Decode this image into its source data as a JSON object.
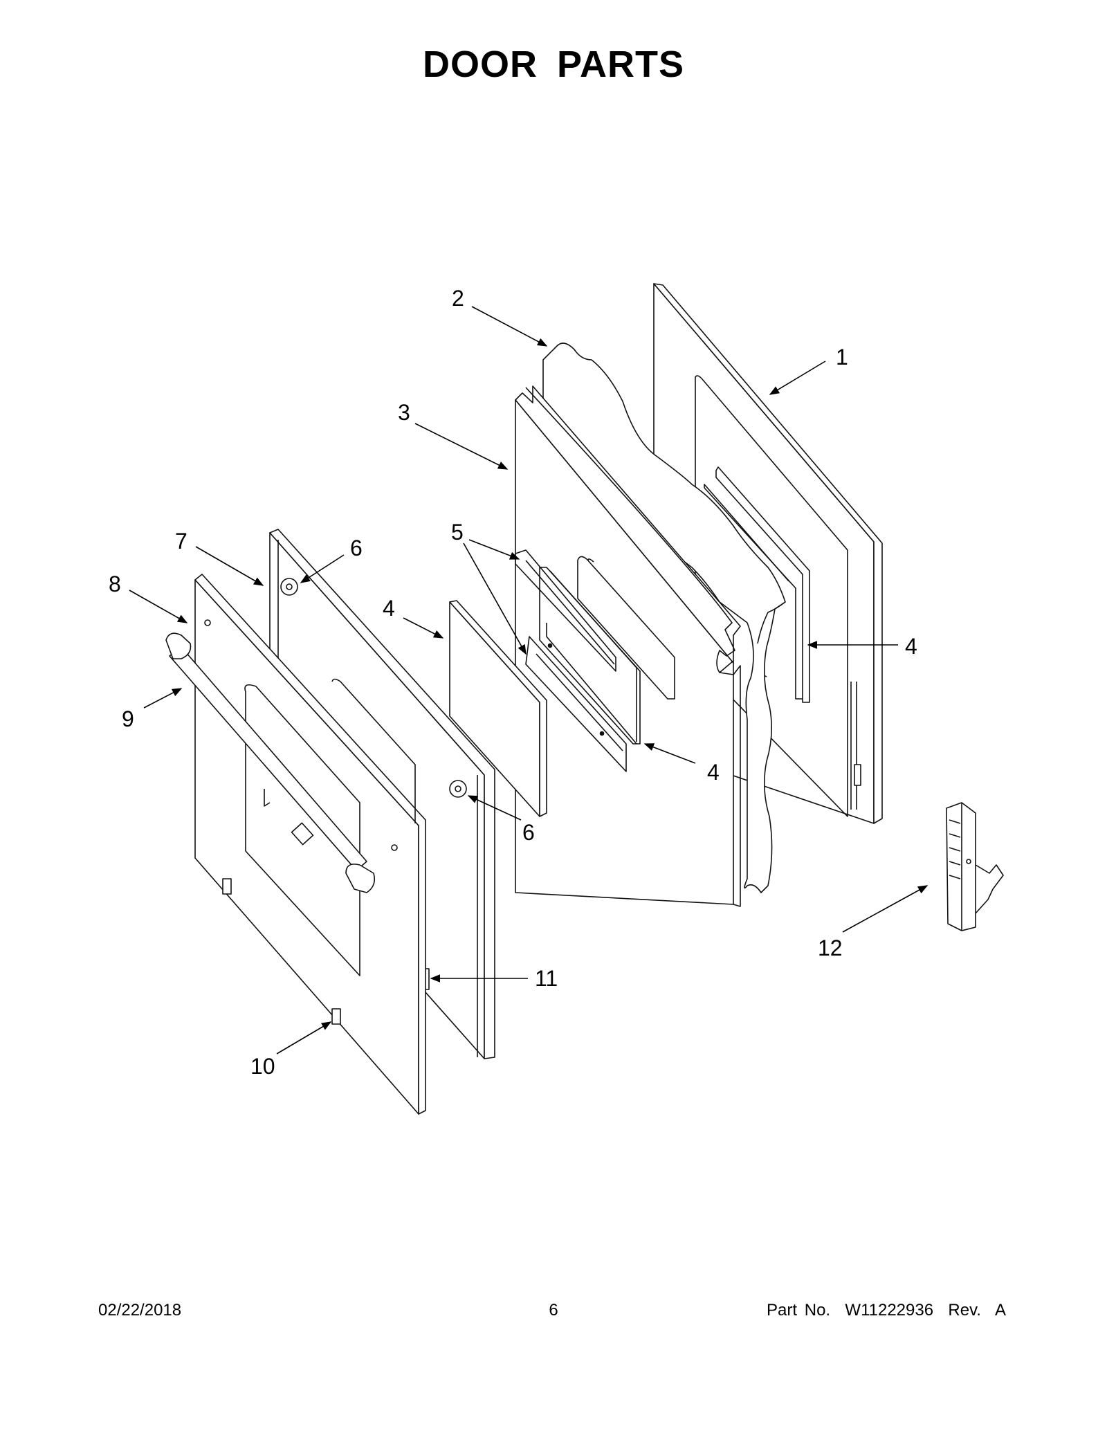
{
  "title": "DOOR PARTS",
  "callouts": [
    "1",
    "2",
    "3",
    "4",
    "4",
    "4",
    "5",
    "6",
    "6",
    "7",
    "8",
    "9",
    "10",
    "11",
    "12"
  ],
  "footer": {
    "date": "02/22/2018",
    "page": "6",
    "part": "Part No.  W11222936  Rev.  A"
  }
}
